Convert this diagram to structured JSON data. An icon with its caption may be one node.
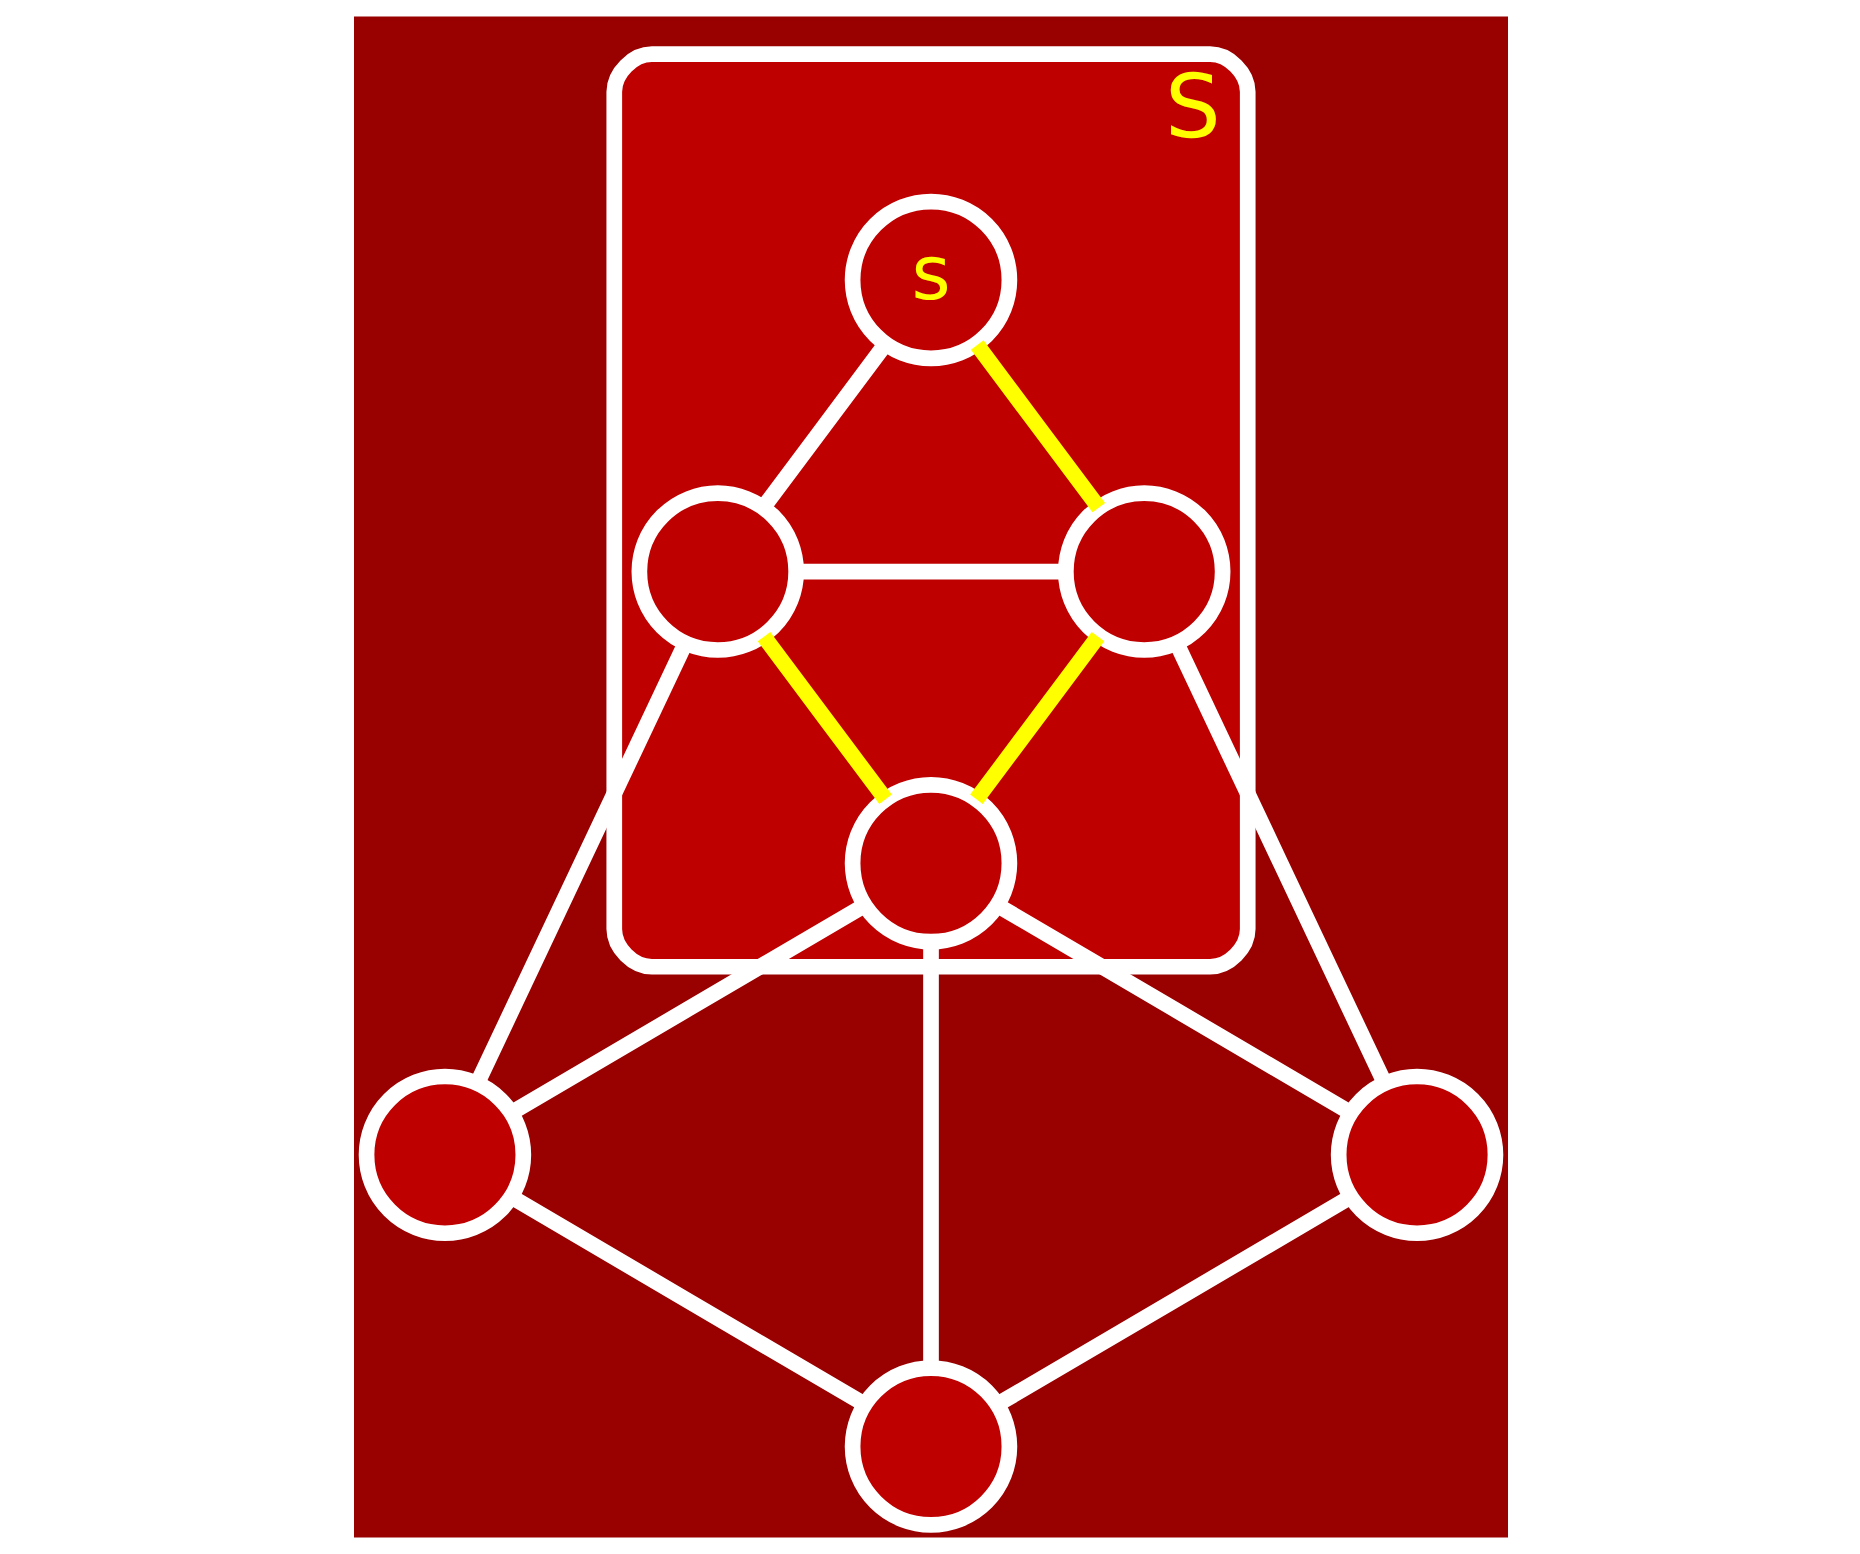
{
  "diagram": {
    "nodes": [
      {
        "text": [
          "S"
        ]
      },
      {
        "text": [
          "s"
        ],
        "in": 0
      },
      {
        "text": [],
        "shape": "circle",
        "in": 0
      },
      {
        "text": [],
        "shape": "circle",
        "in": 0
      },
      {
        "text": [],
        "shape": "circle",
        "in": 0
      },
      {
        "text": [],
        "shape": "circle"
      },
      {
        "text": [],
        "shape": "circle"
      },
      {
        "text": [],
        "shape": "circle"
      }
    ],
    "edges": [
      {
        "from": 1,
        "to": 2,
        "arrow": "none"
      },
      {
        "from": 1,
        "to": 3,
        "arrow": "none",
        "color": "#ffff00"
      },
      {
        "from": 2,
        "to": 3,
        "arrow": "none"
      },
      {
        "from": 2,
        "to": 4,
        "arrow": "none",
        "color": "#ffff00"
      },
      {
        "from": 3,
        "to": 4,
        "arrow": "none",
        "color": "#ffff00"
      },
      {
        "from": 2,
        "to": 5,
        "arrow": "none"
      },
      {
        "from": 3,
        "to": 6,
        "arrow": "none"
      },
      {
        "from": 4,
        "to": 5,
        "arrow": "none"
      },
      {
        "from": 4,
        "to": 6,
        "arrow": "none"
      },
      {
        "from": 4,
        "to": 7,
        "arrow": "none"
      },
      {
        "from": 5,
        "to": 7,
        "arrow": "none"
      },
      {
        "from": 6,
        "to": 7,
        "arrow": "none"
      }
    ]
  }
}
